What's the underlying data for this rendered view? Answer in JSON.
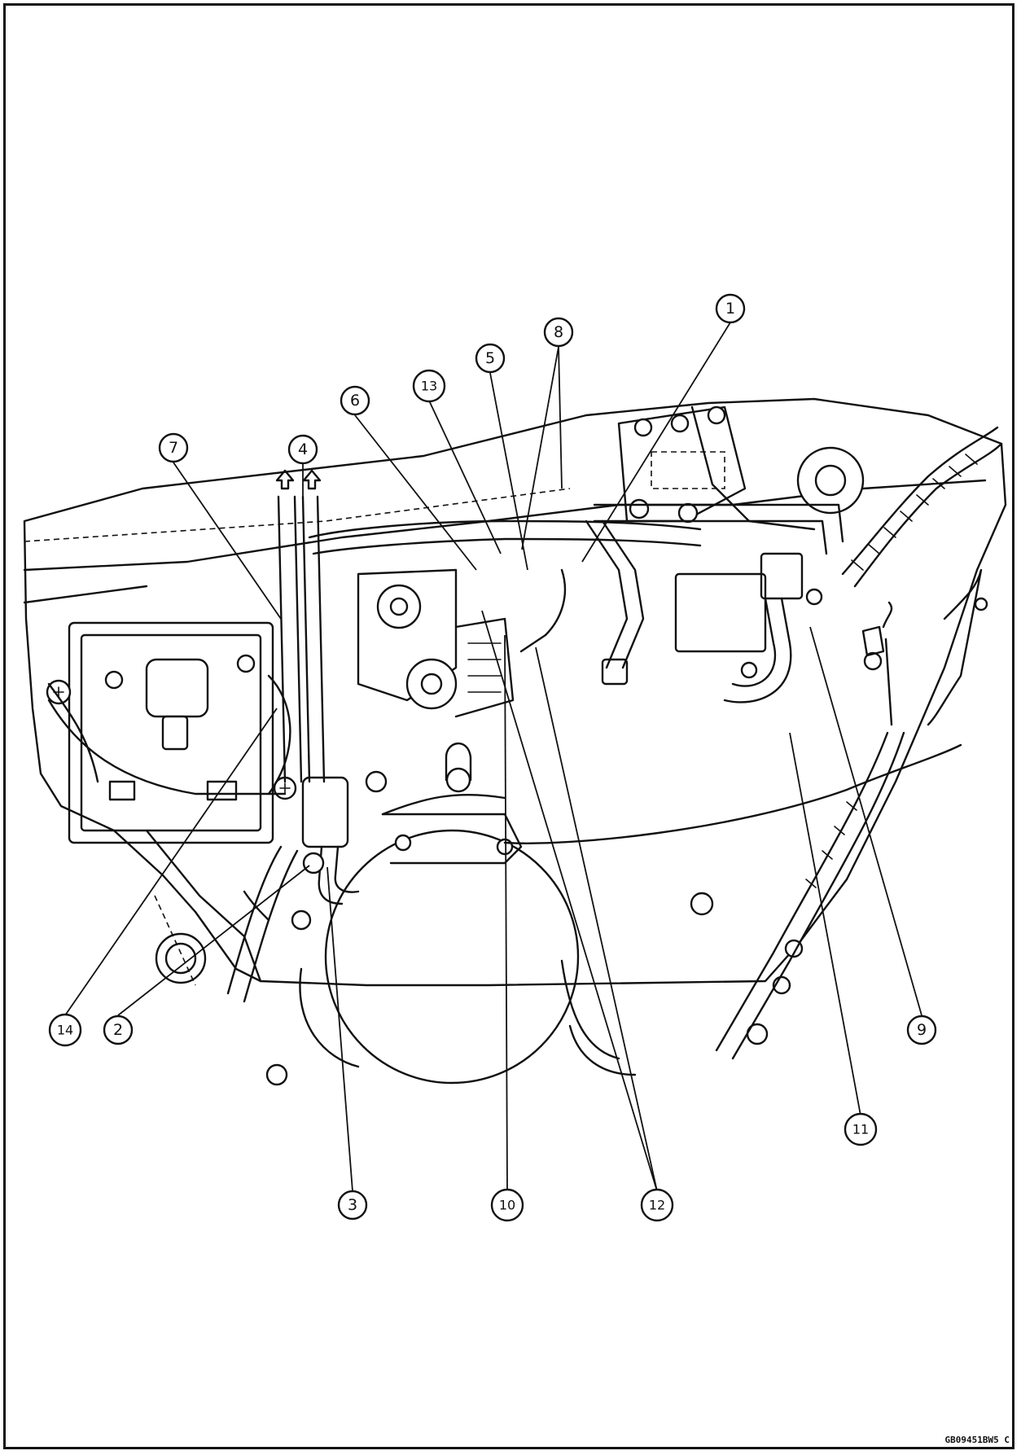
{
  "figure": {
    "code": "GB09451BW5 C"
  },
  "callouts": {
    "c1": "1",
    "c2": "2",
    "c3": "3",
    "c4": "4",
    "c5": "5",
    "c6": "6",
    "c7": "7",
    "c8": "8",
    "c9": "9",
    "c10": "10",
    "c11": "11",
    "c12": "12",
    "c13": "13",
    "c14": "14"
  },
  "colors": {
    "ink": "#111111",
    "paper": "#ffffff"
  },
  "icons": [
    "arrow-up-icon",
    "arrow-up-icon",
    "bolt-head-icon",
    "screw-icon"
  ]
}
